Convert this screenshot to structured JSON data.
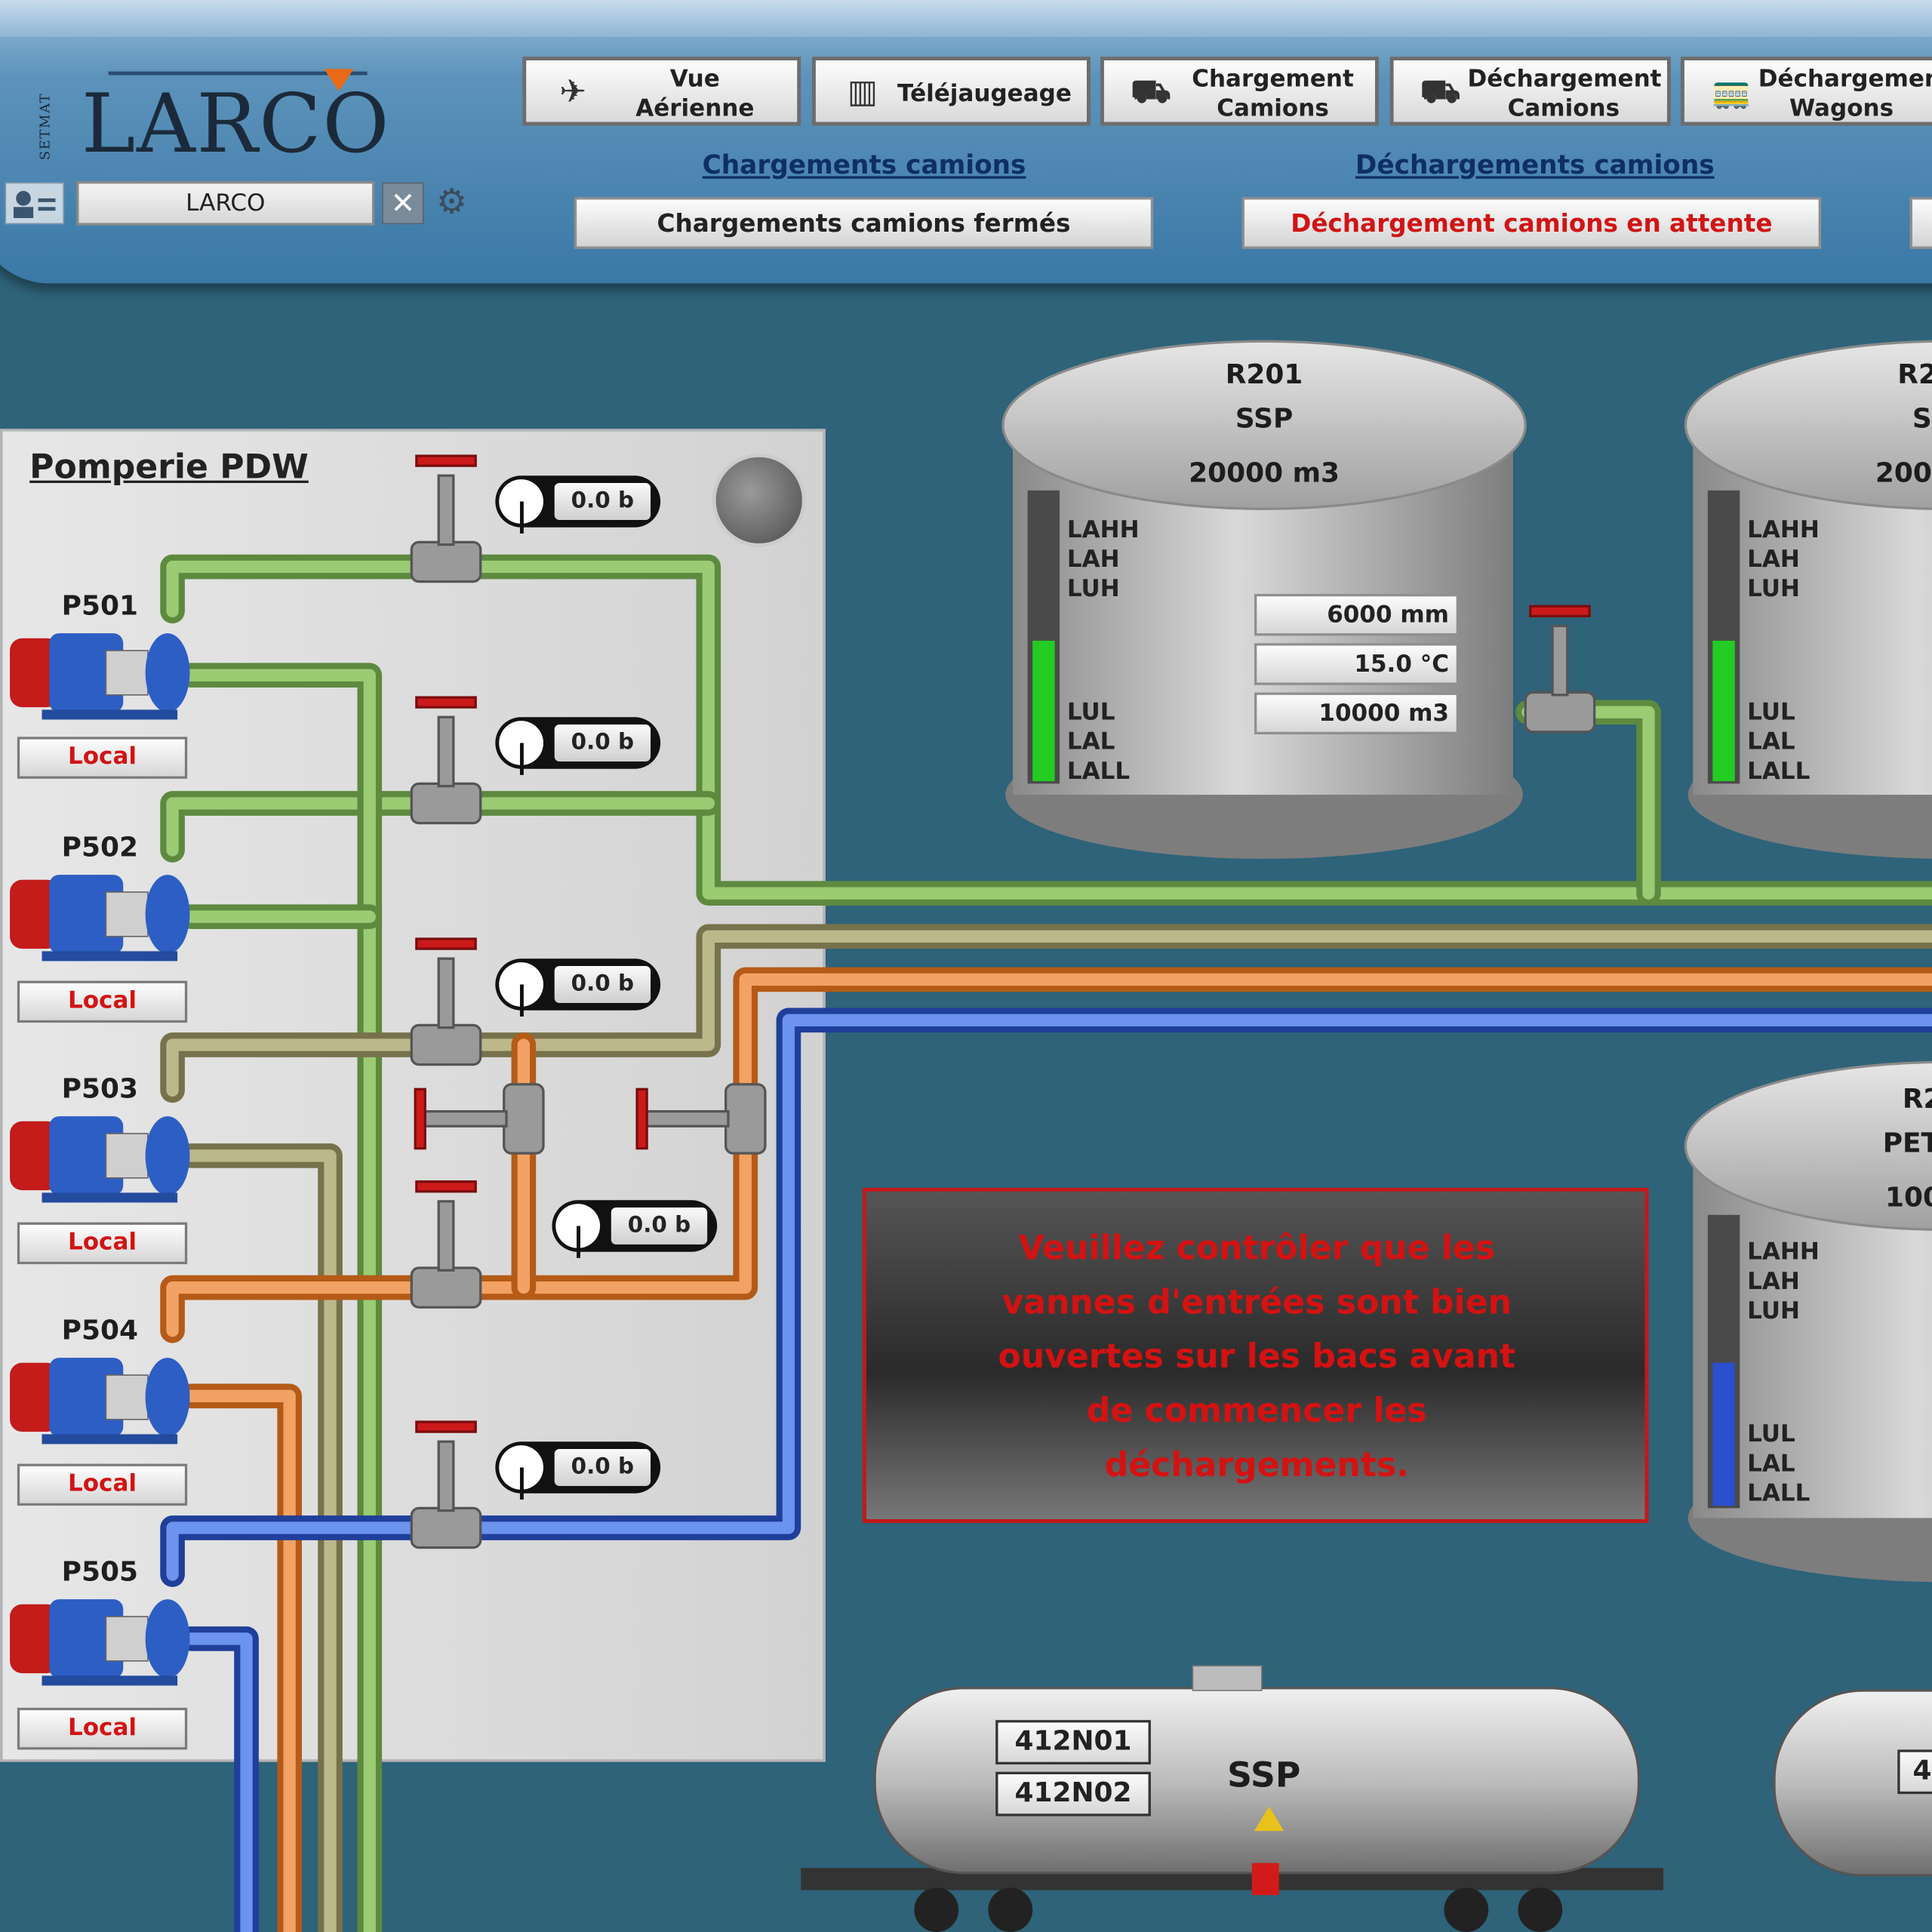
{
  "brand": {
    "logo_text": "LARCO",
    "logo_sub": "SETMAT"
  },
  "user": {
    "name": "LARCO"
  },
  "nav": {
    "buttons": [
      {
        "line1": "Vue",
        "line2": "Aérienne",
        "icon": "plane-icon"
      },
      {
        "line1": "Téléjaugeage",
        "line2": "",
        "icon": "tank-gauge-icon"
      },
      {
        "line1": "Chargement",
        "line2": "Camions",
        "icon": "truck-loading-icon"
      },
      {
        "line1": "Déchargement",
        "line2": "Camions",
        "icon": "truck-unloading-icon"
      },
      {
        "line1": "Déchargemen",
        "line2": "Wagons",
        "icon": "wagon-icon"
      }
    ],
    "link_loading": "Chargements camions",
    "link_unloading": "Déchargements camions",
    "btn_closed_loadings": "Chargements camions fermés",
    "btn_pending_unloadings": "Déchargement camions en attente"
  },
  "colors": {
    "background": "#2e6379",
    "pipe_green": "#86b35e",
    "pipe_khaki": "#a8a374",
    "pipe_orange": "#e98a3c",
    "pipe_blue": "#3e6bd6",
    "level_green": "#22cc22",
    "level_blue": "#2a4fcf",
    "alarm_red": "#d41212"
  },
  "pump_room": {
    "title": "Pomperie PDW",
    "pumps": [
      {
        "id": "P501",
        "mode": "Local"
      },
      {
        "id": "P502",
        "mode": "Local"
      },
      {
        "id": "P503",
        "mode": "Local"
      },
      {
        "id": "P504",
        "mode": "Local"
      },
      {
        "id": "P505",
        "mode": "Local"
      }
    ],
    "pressures": [
      "0.0 b",
      "0.0 b",
      "0.0 b",
      "0.0 b",
      "0.0 b"
    ]
  },
  "tanks": [
    {
      "id": "R201",
      "product": "SSP",
      "capacity": "20000 m3",
      "level": "6000 mm",
      "temperature": "15.0 °C",
      "volume": "10000 m3",
      "alarms_high": [
        "LAHH",
        "LAH",
        "LUH"
      ],
      "alarms_low": [
        "LUL",
        "LAL",
        "LALL"
      ]
    },
    {
      "id": "R2",
      "product": "S",
      "capacity": "200",
      "alarms_high": [
        "LAHH",
        "LAH",
        "LUH"
      ],
      "alarms_low": [
        "LUL",
        "LAL",
        "LALL"
      ]
    },
    {
      "id": "R2",
      "product": "PET",
      "capacity": "100",
      "alarms_high": [
        "LAHH",
        "LAH",
        "LUH"
      ],
      "alarms_low": [
        "LUL",
        "LAL",
        "LALL"
      ]
    }
  ],
  "warning": {
    "message": "Veuillez contrôler que les vannes d'entrées sont bien ouvertes sur les bacs avant de commencer les déchargements."
  },
  "wagon": {
    "ids": [
      "412N01",
      "412N02"
    ],
    "product": "SSP",
    "next_wagon_tag": "4"
  }
}
